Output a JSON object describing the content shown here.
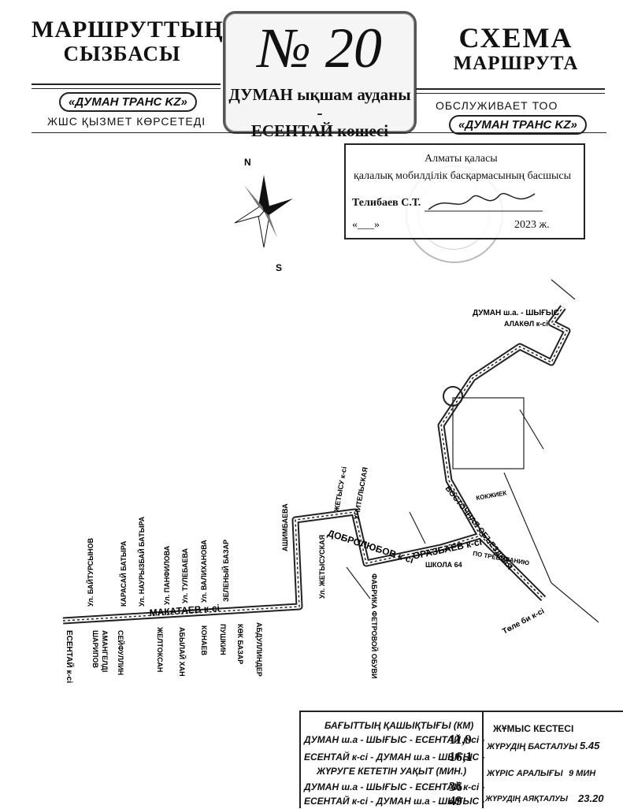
{
  "header": {
    "kz_title_line1": "МАРШРУТТЫҢ",
    "kz_title_line2": "СЫЗБАСЫ",
    "ru_title_line1": "СХЕМА",
    "ru_title_line2": "МАРШРУТА",
    "route_number": "№ 20",
    "route_name_line1": "ДУМАН ықшам ауданы -",
    "route_name_line2": "ЕСЕНТАЙ көшесі",
    "operator_kz_oval": "«ДУМАН ТРАНС KZ»",
    "operator_kz_text": "ЖШС ҚЫЗМЕТ КӨРСЕТЕДІ",
    "operator_ru_text": "ОБСЛУЖИВАЕТ ТОО",
    "operator_ru_oval": "«ДУМАН ТРАНС KZ»"
  },
  "approval": {
    "line1": "Алматы қаласы",
    "line2": "қалалық мобилділік басқармасының басшысы",
    "name": "Телибаев С.Т.",
    "date_left": "«___»",
    "date_right": "2023 ж."
  },
  "compass": {
    "north": "N",
    "south": "S"
  },
  "map": {
    "terminal_top": "ДУМАН ш.а. - ШЫҒЫС",
    "alakol": "АЛАКӨЛ к-сі",
    "streets": [
      {
        "text": "МАКАТАЕВ к-сі"
      },
      {
        "text": "ДОБРОЛЮБОВ к-сі"
      },
      {
        "text": "ОРАЗБАЕВ к-сі"
      },
      {
        "text": "ВОСТОЧНАЯ ОБЪЕЗДНАЯ"
      },
      {
        "text": "Төле би к-сі"
      },
      {
        "text": "ЕСЕНТАЙ к-сі"
      },
      {
        "text": "ЖЕТЫСУ к-сі"
      },
      {
        "text": "АШИМБАЕВА"
      },
      {
        "text": "Ул. ЖЕТЫСУСКАЯ"
      },
      {
        "text": "УЧИТЕЛЬСКАЯ"
      },
      {
        "text": "ФАБРИКА ФЕТРОВОЙ ОБУВИ"
      },
      {
        "text": "ШКОЛА 64"
      },
      {
        "text": "ПО ТРЕБОВАНИЮ"
      },
      {
        "text": "КОКЖИЕК"
      },
      {
        "text": "ШАРИПОВ"
      },
      {
        "text": "АМАНГЕЛДІ"
      },
      {
        "text": "СЕЙФУЛЛИН"
      },
      {
        "text": "ЖЕЛТОКСАН"
      },
      {
        "text": "АБЫЛАЙ ХАН"
      },
      {
        "text": "КОНАЕВ"
      },
      {
        "text": "ПУШКИН"
      },
      {
        "text": "КӨК БАЗАР"
      },
      {
        "text": "АБДУЛЛИНДЕР"
      },
      {
        "text": "Ул. БАЙТУРСЫНОВ"
      },
      {
        "text": "Ул. НАУРЫЗБАЙ БАТЫРА"
      },
      {
        "text": "Ул. ПАНФИЛОВА"
      },
      {
        "text": "Ул. ТУЛЕБАЕВА"
      },
      {
        "text": "Ул. ВАЛИХАНОВА"
      },
      {
        "text": "ЗЕЛЕНЫЙ БАЗАР"
      },
      {
        "text": "КАРАСАЙ БАТЫРА"
      }
    ]
  },
  "info": {
    "distance_title": "БАҒЫТТЫҢ ҚАШЫҚТЫҒЫ (КМ)",
    "dist_row1_label": "ДУМАН ш.а - ШЫҒЫС - ЕСЕНТАЙ к-сі -",
    "dist_row1_value": "11,9",
    "dist_row2_label": "ЕСЕНТАЙ к-сі - ДУМАН ш.а - ШЫҒЫС -",
    "dist_row2_value": "16,1",
    "time_title": "ЖҮРУГЕ КЕТЕТІН УАҚЫТ (МИН.)",
    "time_row1_label": "ДУМАН ш.а - ШЫҒЫС - ЕСЕНТАЙ к-сі -",
    "time_row1_value": "36",
    "time_row2_label": "ЕСЕНТАЙ к-сі - ДУМАН ш.а - ШЫҒЫС -",
    "time_row2_value": "49",
    "schedule_title": "ЖҰМЫС КЕСТЕСІ",
    "start_label": "ЖҮРУДІҢ БАСТАЛУЫ",
    "start_value": "5.45",
    "interval_label": "ЖҮРІС АРАЛЫҒЫ",
    "interval_value": "9 МИН",
    "end_label": "ЖҮРУДІҢ АЯҚТАЛУЫ",
    "end_value": "23.20"
  }
}
